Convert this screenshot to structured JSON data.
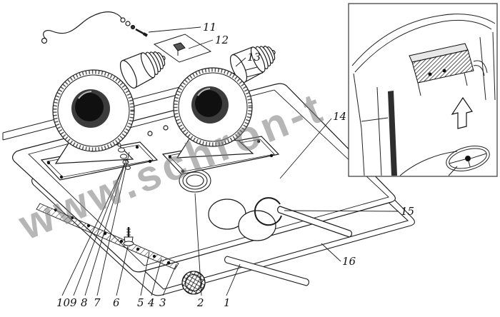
{
  "diagram": {
    "watermark": "www.schron-t",
    "colors": {
      "line": "#1c1c1c",
      "background": "#ffffff",
      "watermark_gray": "#7a7a7a",
      "hub_dark": "#101010"
    },
    "callouts": [
      {
        "label": "11"
      },
      {
        "label": "12"
      },
      {
        "label": "13"
      },
      {
        "label": "14"
      },
      {
        "label": "15"
      },
      {
        "label": "16"
      },
      {
        "label": "10"
      },
      {
        "label": "9"
      },
      {
        "label": "8"
      },
      {
        "label": "7"
      },
      {
        "label": "6"
      },
      {
        "label": "5"
      },
      {
        "label": "4"
      },
      {
        "label": "3"
      },
      {
        "label": "2"
      },
      {
        "label": "1"
      }
    ]
  }
}
